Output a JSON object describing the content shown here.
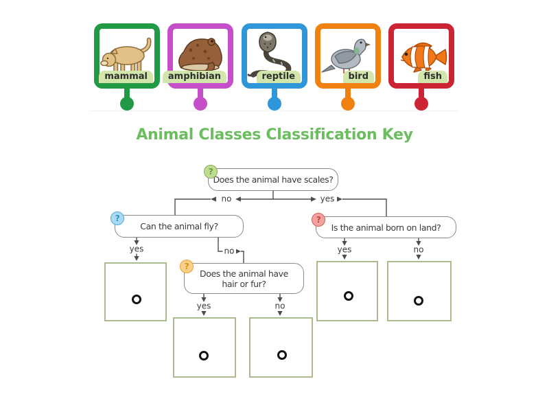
{
  "page": {
    "title": "Animal Classes Classification Key",
    "title_color": "#6bbd5f"
  },
  "cards": [
    {
      "label": "mammal",
      "animal": "cougar",
      "frame_color": "#229a45",
      "tag_color": "#d2e5ab"
    },
    {
      "label": "amphibian",
      "animal": "toad",
      "frame_color": "#c44fc9",
      "tag_color": "#d2e5ab"
    },
    {
      "label": "reptile",
      "animal": "cobra",
      "frame_color": "#2f96da",
      "tag_color": "#d2e5ab"
    },
    {
      "label": "bird",
      "animal": "pigeon",
      "frame_color": "#f0800f",
      "tag_color": "#d2e5ab"
    },
    {
      "label": "fish",
      "animal": "clownfish",
      "frame_color": "#cb2435",
      "tag_color": "#d2e5ab"
    }
  ],
  "flowchart": {
    "questions": [
      {
        "text": "Does the animal have scales?",
        "icon": "?",
        "badge_fill": "#bedc92",
        "badge_border": "#88ad57",
        "badge_text": "#6f9c3f"
      },
      {
        "text": "Can the animal fly?",
        "icon": "?",
        "badge_fill": "#a9daf3",
        "badge_border": "#55a9d9",
        "badge_text": "#2f8cc4"
      },
      {
        "text": "Does the animal have hair or fur?",
        "icon": "?",
        "badge_fill": "#fbcf88",
        "badge_border": "#eca23c",
        "badge_text": "#d8901c"
      },
      {
        "text": "Is the animal born on land?",
        "icon": "?",
        "badge_fill": "#f2a3a0",
        "badge_border": "#d95b57",
        "badge_text": "#c64541"
      }
    ],
    "labels": {
      "q1_no": "no",
      "q1_yes": "yes",
      "q2_yes": "yes",
      "q2_no": "no",
      "q3_yes": "yes",
      "q3_no": "no",
      "q4_yes": "yes",
      "q4_no": "no"
    },
    "line_color": "#4c4c4c",
    "dropbox_border_color": "#a9ba8c"
  }
}
